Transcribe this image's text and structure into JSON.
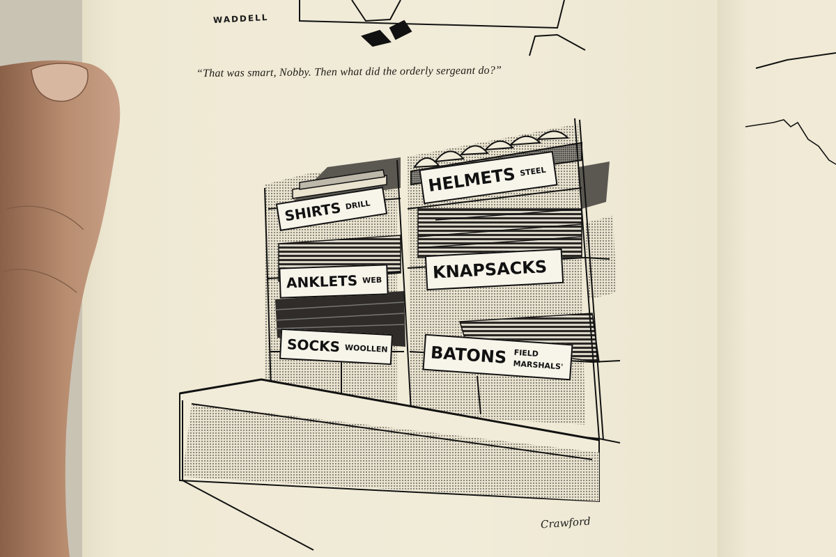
{
  "cartoon": {
    "top_signature": "WADDELL",
    "caption": "“That was smart, Nobby.  Then what did the orderly sergeant do?”",
    "bottom_signature": "Crawford"
  },
  "signs": {
    "shirts": {
      "main": "SHIRTS",
      "sub": "DRILL"
    },
    "helmets": {
      "main": "HELMETS",
      "sub": "STEEL"
    },
    "anklets": {
      "main": "ANKLETS",
      "sub": "WEB"
    },
    "knapsacks": {
      "main": "KNAPSACKS"
    },
    "socks": {
      "main": "SOCKS",
      "sub": "WOOLLEN"
    },
    "batons": {
      "main": "BATONS",
      "sub_line1": "FIELD",
      "sub_line2": "MARSHALS'"
    }
  },
  "colors": {
    "paper": "#f0ead6",
    "ink": "#111111",
    "skin": "#b58a6c"
  }
}
